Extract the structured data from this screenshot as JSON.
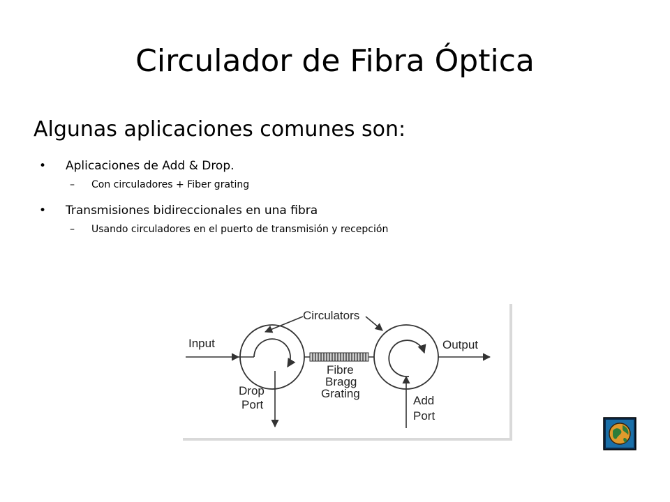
{
  "slide": {
    "title": "Circulador de Fibra Óptica",
    "subtitle": "Algunas aplicaciones comunes son:",
    "bullets": [
      {
        "text": "Aplicaciones de Add & Drop.",
        "sub": "Con circuladores + Fiber grating"
      },
      {
        "text": "Transmisiones bidireccionales en una fibra",
        "sub": "Usando circuladores en el puerto de transmisión y recepción"
      }
    ],
    "bullet_glyph": "•",
    "sub_glyph": "–"
  },
  "diagram": {
    "labels": {
      "circulators": "Circulators",
      "input": "Input",
      "output": "Output",
      "drop_line1": "Drop",
      "drop_line2": "Port",
      "fibre_line1": "Fibre",
      "fibre_line2": "Bragg",
      "fibre_line3": "Grating",
      "add_line1": "Add",
      "add_line2": "Port"
    }
  },
  "icons": {
    "globe": "globe-icon"
  },
  "colors": {
    "globe_bg": "#1a6fa8",
    "globe_land": "#e09a2c",
    "globe_border": "#0b2a4a"
  }
}
